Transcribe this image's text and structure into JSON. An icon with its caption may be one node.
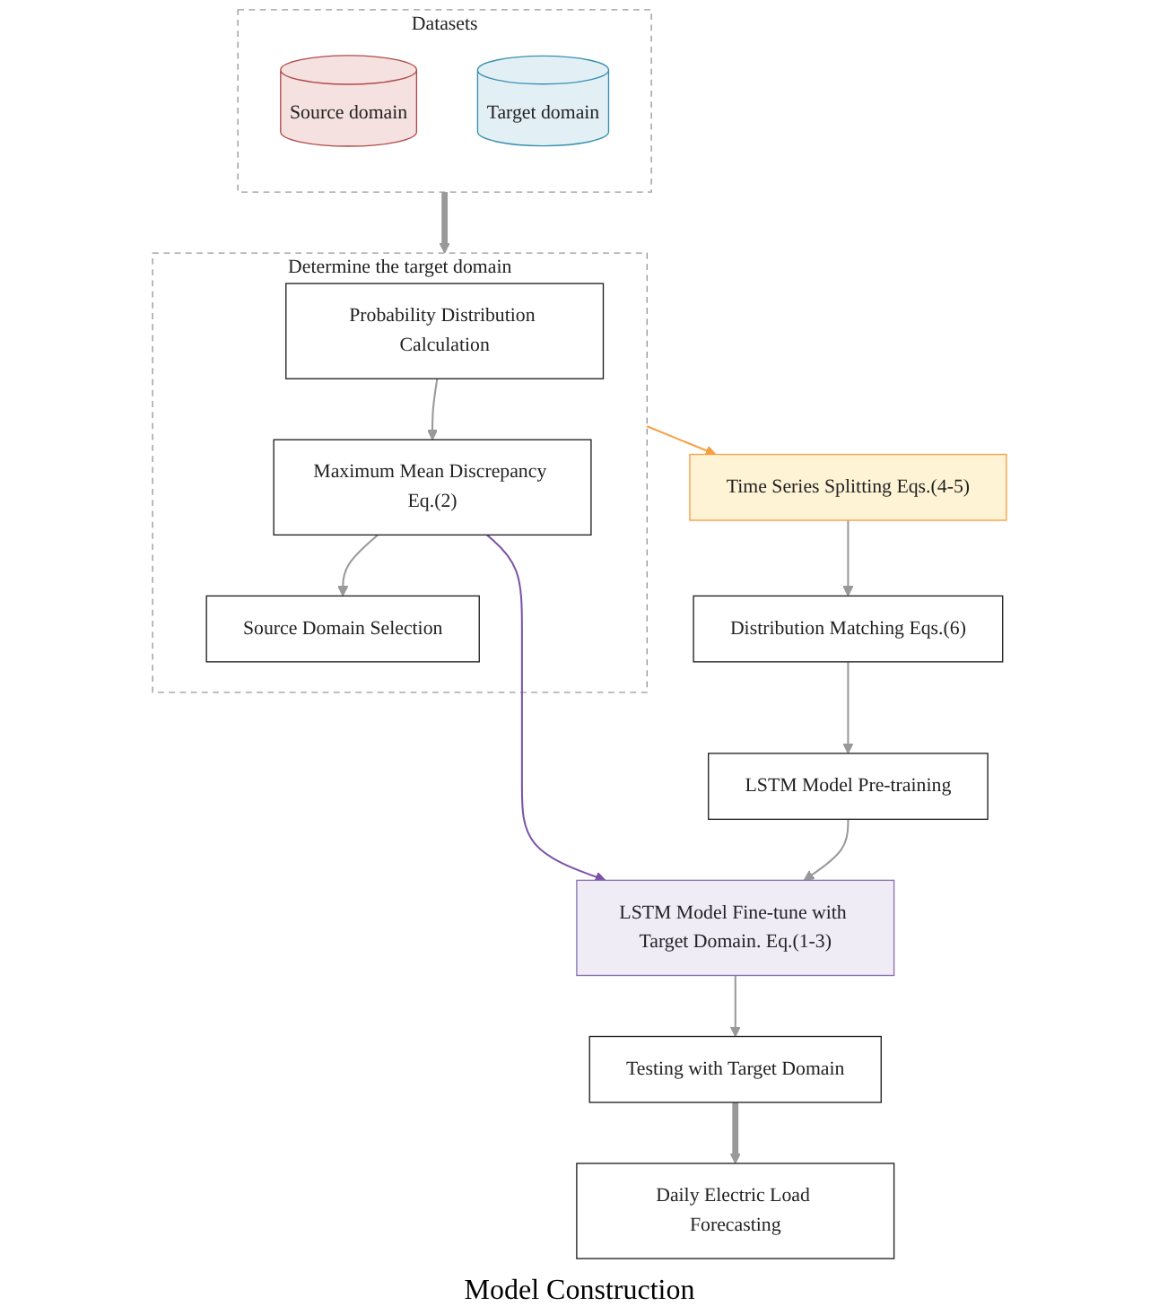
{
  "diagram": {
    "nodes": [
      {
        "text": [
          "Datasets"
        ]
      },
      {
        "text": [
          "Source domain"
        ],
        "in": 0
      },
      {
        "text": [
          "Target domain"
        ],
        "in": 0
      },
      {
        "text": [
          "Determine the target domain"
        ]
      },
      {
        "text": [
          "Probability Distribution Calculation"
        ],
        "in": 3
      },
      {
        "text": [
          "Maximum Mean Discrepancy Eq.(2)"
        ],
        "in": 3
      },
      {
        "text": [
          "Source Domain Selection"
        ],
        "in": 3
      },
      {
        "text": [
          "Time Series Splitting Eqs.(4-5)"
        ]
      },
      {
        "text": [
          "Distribution Matching Eqs.(6)"
        ]
      },
      {
        "text": [
          "LSTM Model Pre-training"
        ]
      },
      {
        "text": [
          "LSTM Model Fine-tune with Target Domain. Eq.(1-3)"
        ]
      },
      {
        "text": [
          "Testing with Target Domain"
        ]
      },
      {
        "text": [
          "Daily Electric Load Forecasting"
        ]
      }
    ],
    "edges": [
      {
        "from": 0,
        "to": 3,
        "arrow": "to",
        "style": "thick"
      },
      {
        "from": 4,
        "to": 5,
        "arrow": "to"
      },
      {
        "from": 5,
        "to": 6,
        "arrow": "to"
      },
      {
        "from": 3,
        "to": 7,
        "arrow": "to",
        "color": "#f5a142"
      },
      {
        "from": 5,
        "to": 10,
        "arrow": "to",
        "color": "#7b52a8"
      },
      {
        "from": 7,
        "to": 8,
        "arrow": "to"
      },
      {
        "from": 8,
        "to": 9,
        "arrow": "to"
      },
      {
        "from": 9,
        "to": 10,
        "arrow": "to"
      },
      {
        "from": 10,
        "to": 11,
        "arrow": "to"
      },
      {
        "from": 11,
        "to": 12,
        "arrow": "to",
        "style": "thick"
      }
    ],
    "labels": [
      "Model Construction"
    ]
  }
}
